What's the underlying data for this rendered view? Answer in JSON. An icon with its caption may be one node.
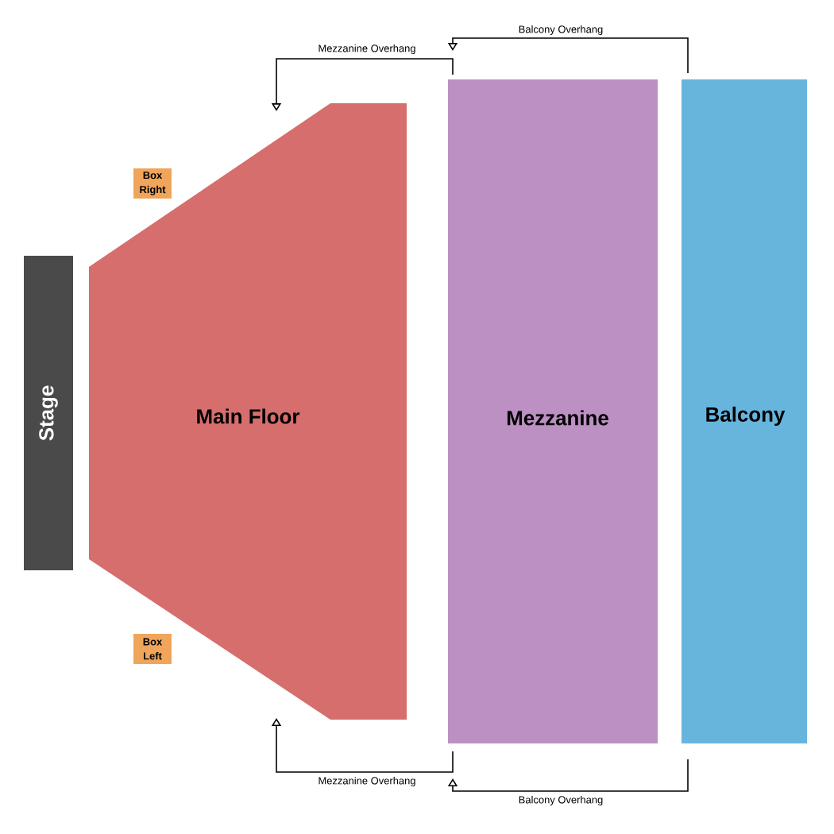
{
  "diagram": {
    "nodes": [
      {
        "text": [
          "Stage"
        ]
      },
      {
        "text": [
          "Main Floor"
        ]
      },
      {
        "text": [
          "Mezzanine"
        ]
      },
      {
        "text": [
          "Balcony"
        ]
      },
      {
        "text": [
          "Box Right"
        ]
      },
      {
        "text": [
          "Box Left"
        ]
      }
    ],
    "labels": [
      "Mezzanine Overhang",
      "Balcony Overhang",
      "Mezzanine Overhang",
      "Balcony Overhang"
    ]
  }
}
